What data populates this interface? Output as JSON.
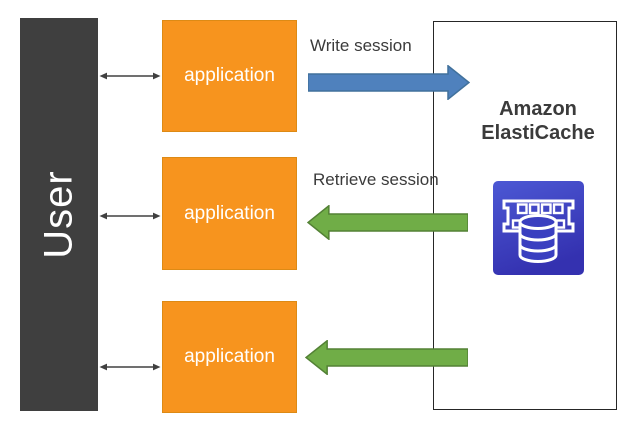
{
  "user": {
    "label": "User"
  },
  "applications": [
    {
      "label": "application"
    },
    {
      "label": "application"
    },
    {
      "label": "application"
    }
  ],
  "cache": {
    "title_line1": "Amazon",
    "title_line2": "ElastiCache",
    "icon": "elasticache-database-icon"
  },
  "arrows": {
    "write": {
      "label": "Write session",
      "direction": "right"
    },
    "retrieve": {
      "label": "Retrieve session",
      "direction": "left"
    },
    "retrieve_unlabeled": {
      "label": "",
      "direction": "left"
    },
    "user_app_connectors": {
      "count": 3,
      "style": "double-headed"
    }
  },
  "colors": {
    "user-fill": "#3F3F3F",
    "app-fill": "#F7941E",
    "app-border": "#DD8A15",
    "write-arrow-fill": "#4F81BD",
    "write-arrow-border": "#41719C",
    "retrieve-arrow-fill": "#70AD47",
    "retrieve-arrow-border": "#538135",
    "box-border": "#262626",
    "text-dark": "#3B3B3B",
    "connector": "#404040",
    "icon-blue-top": "#4C58D4",
    "icon-blue-bottom": "#3431B0",
    "cyl-fill": "#3A3FC0"
  }
}
